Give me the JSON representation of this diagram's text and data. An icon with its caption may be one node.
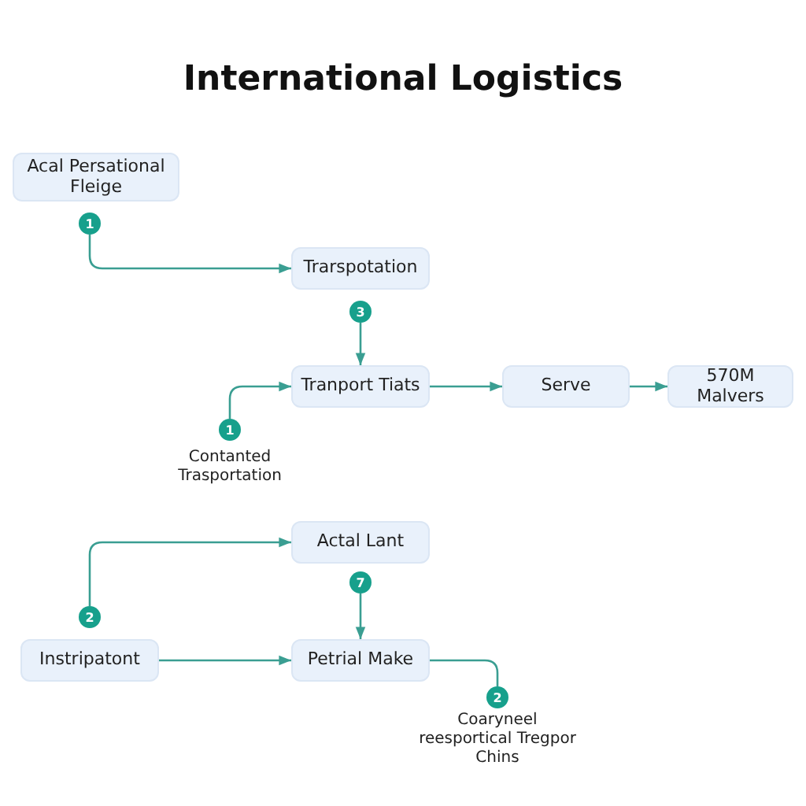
{
  "diagram": {
    "title": "International Logistics",
    "nodes": [
      {
        "text": [
          "Acal Persational Fleige"
        ]
      },
      {
        "text": [
          "1"
        ]
      },
      {
        "text": [
          "Trarspotation"
        ]
      },
      {
        "text": [
          "3"
        ]
      },
      {
        "text": [
          "Tranport Tiats"
        ]
      },
      {
        "text": [
          "Serve"
        ]
      },
      {
        "text": [
          "570M Malvers"
        ]
      },
      {
        "text": [
          "1"
        ],
        "beside": [
          "Contanted Trasportation"
        ]
      },
      {
        "text": [
          "Actal Lant"
        ]
      },
      {
        "text": [
          "2"
        ]
      },
      {
        "text": [
          "7"
        ]
      },
      {
        "text": [
          "Instripatont"
        ]
      },
      {
        "text": [
          "Petrial Make"
        ]
      },
      {
        "text": [
          "2"
        ],
        "beside": [
          "Coaryneel reesportical Tregpor Chins"
        ]
      }
    ],
    "edges": [
      {
        "from": 1,
        "to": 2,
        "arrow": "to"
      },
      {
        "from": 3,
        "to": 4,
        "arrow": "to"
      },
      {
        "from": 7,
        "to": 4,
        "arrow": "to"
      },
      {
        "from": 4,
        "to": 5,
        "arrow": "to"
      },
      {
        "from": 5,
        "to": 6,
        "arrow": "to"
      },
      {
        "from": 9,
        "to": 8,
        "arrow": "to"
      },
      {
        "from": 10,
        "to": 12,
        "arrow": "to"
      },
      {
        "from": 11,
        "to": 12,
        "arrow": "to"
      },
      {
        "from": 12,
        "to": 13,
        "arrow": "none"
      }
    ]
  }
}
